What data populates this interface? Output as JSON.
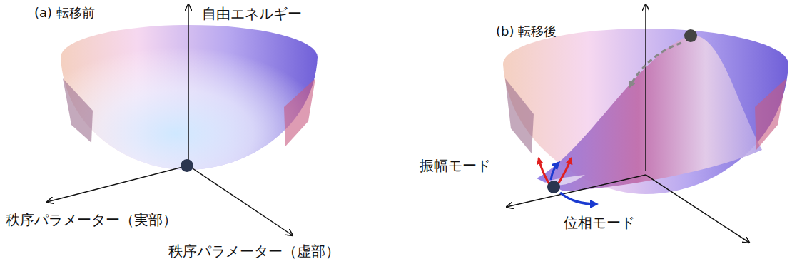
{
  "diagram": {
    "labels": [
      "(a) 転移前",
      "自由エネルギー",
      "秩序パラメーター（実部）",
      "秩序パラメーター（虚部）",
      "(b) 転移後",
      "振幅モード",
      "位相モード"
    ]
  }
}
